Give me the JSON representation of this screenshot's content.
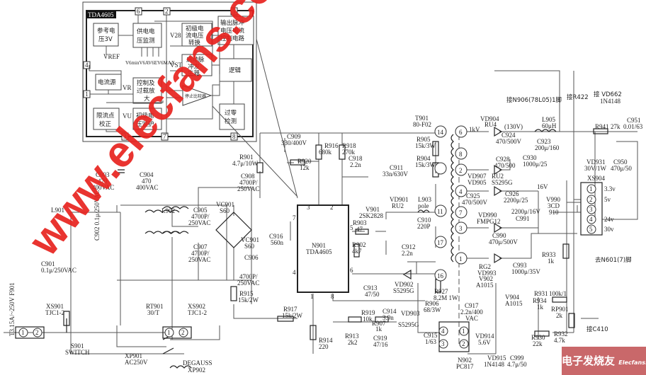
{
  "ic": {
    "title": "TDA4605",
    "p6": "6",
    "p2": "2",
    "p5": "5",
    "p4": "4",
    "p1": "1",
    "p3": "3",
    "p7": "7",
    "p8": "8",
    "ref_1": "参考电",
    "ref_2": "压3V",
    "sup_1": "供电电",
    "sup_2": "压监测",
    "pri_1": "初级电",
    "pri_2": "流电压",
    "pri_3": "转换",
    "out_1": "输出脉冲",
    "out_2": "电压电流",
    "out_3": "控制电路",
    "start_1": "启动脉",
    "start_2": "冲发",
    "start_3": "生器",
    "logic": "逻辑",
    "cur": "电流源",
    "ctl_1": "控制及",
    "ctl_2": "过载放",
    "ctl_3": "大",
    "stop": "停止比较器",
    "lim_1": "限流点",
    "lim_2": "校正",
    "pv_1": "初级电",
    "pv_2": "压监护",
    "zero_1": "过零",
    "zero_2": "检测",
    "vref": "VREF",
    "v6": "V6minV6AV6EV6MAX",
    "v28": "V28",
    "vst": "VST",
    "vr": "VR",
    "vu": "VU"
  },
  "labels": {
    "N906": "接N906(78L05)1脚",
    "R422": "接R422",
    "VD662_a": "接 VD662",
    "VD662_b": "1N4148",
    "T901_a": "T901",
    "T901_b": "80-F02",
    "VD904_a": "VD904",
    "VD904_b": "RU4",
    "kv": "1kV",
    "v130": "(130V)",
    "C924_a": "C924",
    "C924_b": "470/500V",
    "L905_a": "L905",
    "L905_b": "60μH",
    "C923_a": "C923",
    "C923_b": "200μ/160",
    "R941": "R941",
    "R941_v": "27k",
    "C951_a": "C951",
    "C951_b": "0.01/63",
    "C928_a": "C928",
    "C928_b": "470/500",
    "C930_a": "C930",
    "C930_b": "1000μ/25",
    "VD931_a": "VD931",
    "VD931_b": "30V/1W",
    "C950_a": "C950",
    "C950_b": "470μ/50",
    "VD907": "VD907",
    "RU2": "RU2",
    "VD905": "VD905",
    "S5295G": "S5295G",
    "C925_a": "C925",
    "C925_b": "470/500V",
    "C926_a": "C926",
    "C926_b": "2200μ/25",
    "C991_b": "2200μ/16V",
    "C991_a": "C991",
    "v16": "16V",
    "V990_a": "V990",
    "V990_b": "3CD",
    "V990_c": "910",
    "VD990_a": "VD990",
    "VD990_b": "FMPG12",
    "XS904": "XS904",
    "x1": "1",
    "x2": "2",
    "x3": "3",
    "x4": "4",
    "x5": "5",
    "v33": "3.3v",
    "v5": "5v",
    "v24": "24v",
    "v30": "30v",
    "C990_a": "C990",
    "C990_b": "470μ/500V",
    "R933_a": "R933",
    "R933_b": "1k",
    "N601": "去N601(7)脚",
    "RG2": "RG2",
    "VD993": "VD993",
    "C993_a": "C993",
    "C993_b": "1000μ/35V",
    "V902_a": "V902",
    "V902_b": "A1015",
    "V904_a": "V904",
    "V904_b": "A1015",
    "R931_a": "R931",
    "R931_b": "100k/1",
    "R934_a": "R934",
    "R934_b": "1k",
    "RP901_a": "RP901",
    "RP901_b": "2k",
    "C410": "接C410",
    "R930_a": "R930",
    "R930_b": "22k",
    "R932_a": "R932",
    "R932_b": "4.7k",
    "VD914_a": "VD914",
    "VD914_b": "5.6V",
    "VD915_a": "VD915",
    "VD915_b": "1N4148",
    "C999_a": "C999",
    "C999_b": "4.7μ/50",
    "N902_a": "N902",
    "N902_b": "PC817",
    "R905_a": "R905",
    "R905_b": "15k/3W",
    "R904_a": "R904",
    "R904_b": "15k/3W",
    "C911_a": "C911",
    "C911_b": "33n/630V",
    "VD901_a": "VD901",
    "VD901_b": "RU2",
    "L903_a": "L903",
    "L903_b": "pole",
    "V901_a": "V901",
    "V901_b": "2SK2828",
    "C910_a": "C910",
    "C910_b": "220P",
    "R903_a": "R903",
    "R903_b": "47",
    "R902_a": "R902",
    "R902_b": "4k7",
    "C912_a": "C912",
    "C912_b": "2.2n",
    "C909_a": "C909",
    "C909_b": "330/400V",
    "R916_a": "R916",
    "R916_b": "680k",
    "R918_a": "R918",
    "R918_b": "270k",
    "C918_a": "C918",
    "C918_b": "2.2n",
    "R920_a": "R920",
    "R920_b": "12k",
    "R901_a": "R901",
    "R901_b": "4.7μ/10W",
    "C916_a": "C916",
    "C916_b": "560n",
    "N901_a": "N901",
    "N901_b": "TDA4605",
    "C913_a": "C913",
    "C913_b": "47/50",
    "VD902_a": "VD902",
    "VD902_b": "S5295G",
    "R927_a": "R927",
    "R927_b": "8.2M 1W",
    "R906_a": "R906",
    "R906_b": "68/3W",
    "C917_a": "C917",
    "C917_b": "2.2n/400",
    "C917_c": "VAC",
    "R919_a": "R919",
    "R919_b": "10k",
    "C914_a": "C914",
    "C914_b": "3.9n",
    "VD903_a": "VD903",
    "VD903_b": "S5295G",
    "R907_a": "R907",
    "R907_b": "1k",
    "C919_a": "C919",
    "C919_b": "47/16",
    "C915_a": "C915",
    "C915_b": "1/63",
    "R913_a": "R913",
    "R913_b": "2k2",
    "R914_a": "R914",
    "R914_b": "220",
    "R917_a": "R917",
    "R917_b": "15k/2W",
    "R915_a": "R915",
    "R915_b": "15k/2W",
    "C903_a": "C903",
    "C903_b": "470",
    "C903_c": "400VAC",
    "C904_a": "C904",
    "C904_b": "470",
    "C904_c": "400VAC",
    "C908_a": "C908",
    "C908_b": "4700P/",
    "C908_c": "250VAC",
    "L901": "L901",
    "L902": "L902",
    "C902": "C902 0.1μ/250VAC",
    "C905_a": "C905",
    "C905_b": "4700P/",
    "C905_c": "250VAC",
    "C907_a": "C907",
    "C907_b": "4700P/",
    "C907_c": "250VAC",
    "C906_a": "C906",
    "C906_b": "4700P/",
    "C906_c": "250VAC",
    "VC901_a": "VC901",
    "VC901_b": "S60",
    "VC901_c": "VC901",
    "VC901_d": "S60",
    "C901": "C901",
    "C901_b": "0.1μ/250VAC",
    "F901": "T3.15A/~250V F901",
    "XS901_a": "XS901",
    "XS901_b": "TJC1-2",
    "XS902_a": "XS902",
    "XS902_b": "TJC1-2",
    "RT901_a": "RT901",
    "RT901_b": "30/T",
    "s1": "1",
    "s2": "2",
    "s3": "1",
    "s4": "2",
    "S901_a": "S901",
    "S901_b": "SWITCH",
    "XP901_a": "XP901",
    "XP901_b": "AC250V",
    "DEG_a": "DEGAUSS",
    "DEG_b": "XP902",
    "t14": "14",
    "t6": "6",
    "t8": "8",
    "t2": "2",
    "t4": "4",
    "t11": "11",
    "t7": "7",
    "t3": "3",
    "t17": "17",
    "t1": "1",
    "t16": "16",
    "n1": "1",
    "n2": "2",
    "n3": "3",
    "n4": "4"
  },
  "watermark": "www.elecfans.com",
  "logo": {
    "cn": "电子发烧友",
    "en": "Elecfans.com"
  },
  "colors": {
    "watermark": "#e8231f",
    "logo_bg": "#c9686a"
  }
}
